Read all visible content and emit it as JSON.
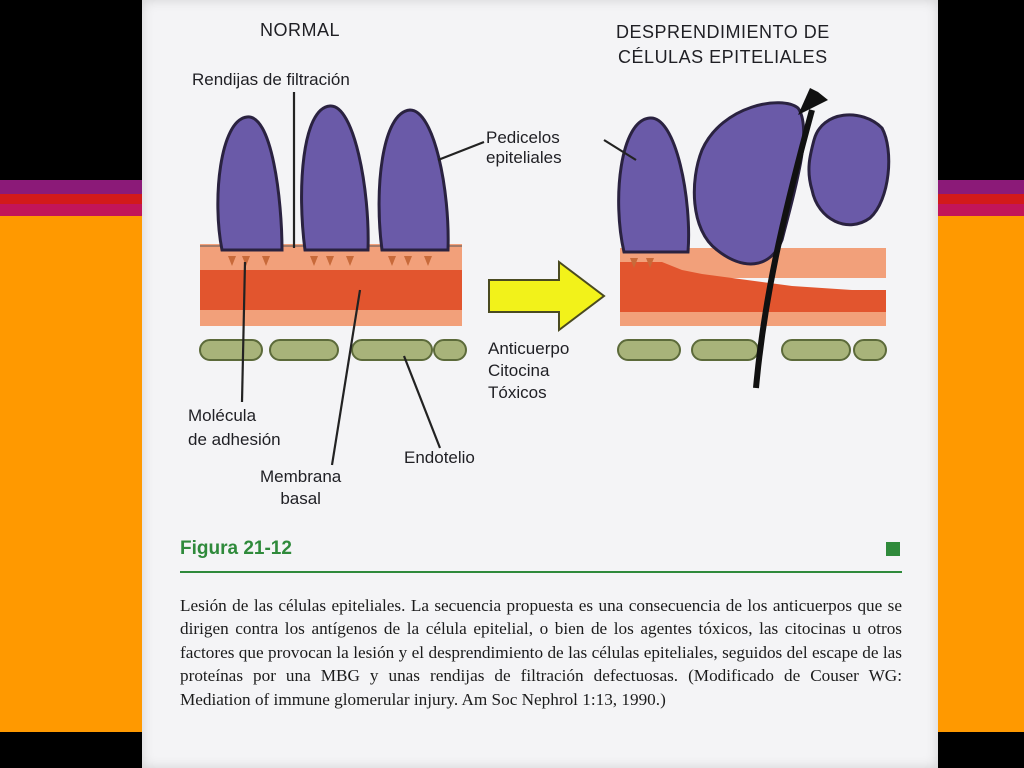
{
  "figure": {
    "normal_title": "NORMAL",
    "desprendimiento_title": "DESPRENDIMIENTO DE\nCÉLULAS EPITELIALES",
    "labels": {
      "rendijas": "Rendijas de filtración",
      "pedicelos": "Pedicelos\nepiteliales",
      "molecula": "Molécula\nde adhesión",
      "membrana": "Membrana\nbasal",
      "endotelio": "Endotelio",
      "agentes": "Anticuerpo\nCitocina\nTóxicos"
    }
  },
  "caption": {
    "heading": "Figura 21-12",
    "body": "Lesión de las células epiteliales. La secuencia propuesta es una consecuencia de los anticuerpos que se dirigen contra los antígenos de la célula epitelial, o bien de los agentes tóxicos, las citocinas u otros factores que provocan la lesión y el desprendimiento de las células epiteliales, seguidos del escape de las proteínas por una MBG y unas rendijas de filtración defectuosas. (Modificado de Couser WG: Mediation of immune glomerular injury. Am Soc Nephrol 1:13, 1990.)"
  },
  "colors": {
    "background": "#000000",
    "accent_orange": "#ff9900",
    "accent_purple": "#8b1a78",
    "accent_red": "#d21a1a",
    "paper": "#f4f4f6",
    "cell_purple": "#6a5aa8",
    "membrane_red": "#e2552e",
    "membrane_salmon": "#f2a07a",
    "endothelium_green": "#a8b37a",
    "arrow_yellow": "#f2f21a",
    "caption_green": "#2f8a3b"
  }
}
